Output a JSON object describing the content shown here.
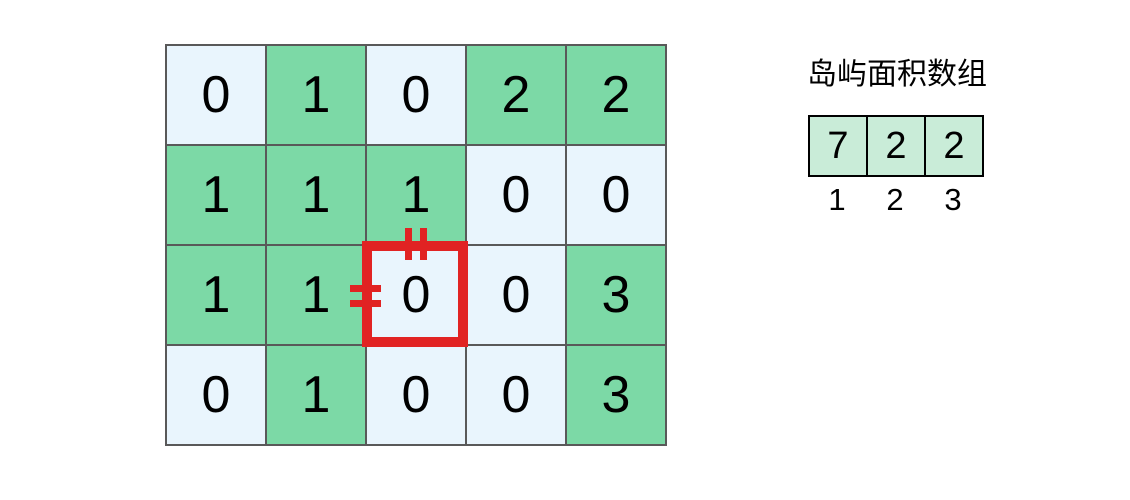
{
  "canvas": {
    "background": "#ffffff"
  },
  "grid": {
    "rows": 4,
    "cols": 5,
    "values": [
      [
        0,
        1,
        0,
        2,
        2
      ],
      [
        1,
        1,
        1,
        0,
        0
      ],
      [
        1,
        1,
        0,
        0,
        3
      ],
      [
        0,
        1,
        0,
        0,
        3
      ]
    ],
    "land_color": "#7cd9a6",
    "water_color": "#e9f5fd",
    "line_color": "#595959",
    "highlight": {
      "row": 2,
      "col": 2,
      "value": 0,
      "color": "#e12323",
      "markers": [
        "top-equals",
        "left-equals"
      ]
    }
  },
  "panel": {
    "title": "岛屿面积数组",
    "array": {
      "values": [
        "7",
        "2",
        "2"
      ],
      "indices": [
        "1",
        "2",
        "3"
      ],
      "cell_fill": "#c9ecd8",
      "border_color": "#000000"
    }
  }
}
